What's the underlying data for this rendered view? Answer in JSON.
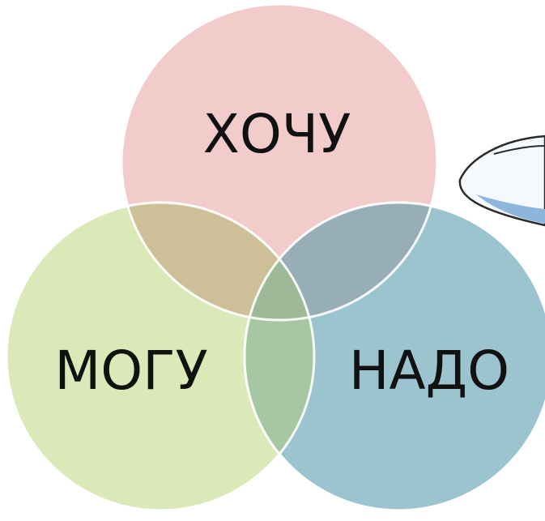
{
  "diagram": {
    "type": "venn",
    "sets": [
      {
        "label": "ХОЧУ",
        "color": "#f2cbcb"
      },
      {
        "label": "МОГУ",
        "color": "#dbe8b8"
      },
      {
        "label": "НАДО",
        "color": "#9cc4cf"
      }
    ],
    "overlap_colors": {
      "top_left": "#cdbf98",
      "top_right": "#98aeb6",
      "bottom": "#a6c7a2",
      "center": "#9eb998"
    },
    "decoration": {
      "name": "paper-boat",
      "fill": "#f6f9fc",
      "stroke": "#2a2a2a",
      "accent": "#8eb6dd"
    }
  }
}
